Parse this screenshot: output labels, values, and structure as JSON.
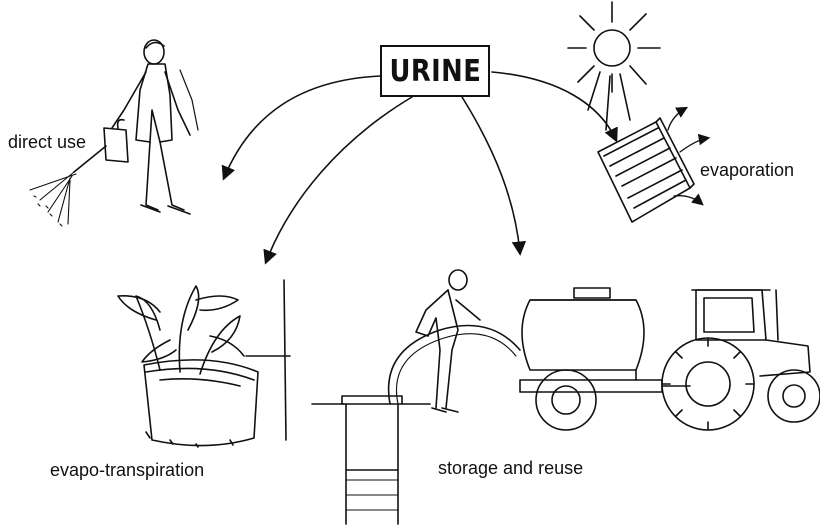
{
  "title": "URINE",
  "labels": {
    "direct_use": "direct use",
    "evaporation": "evaporation",
    "evapo_transpiration": "evapo-transpiration",
    "storage_and_reuse": "storage and reuse"
  },
  "colors": {
    "ink": "#111111",
    "background": "#ffffff"
  }
}
